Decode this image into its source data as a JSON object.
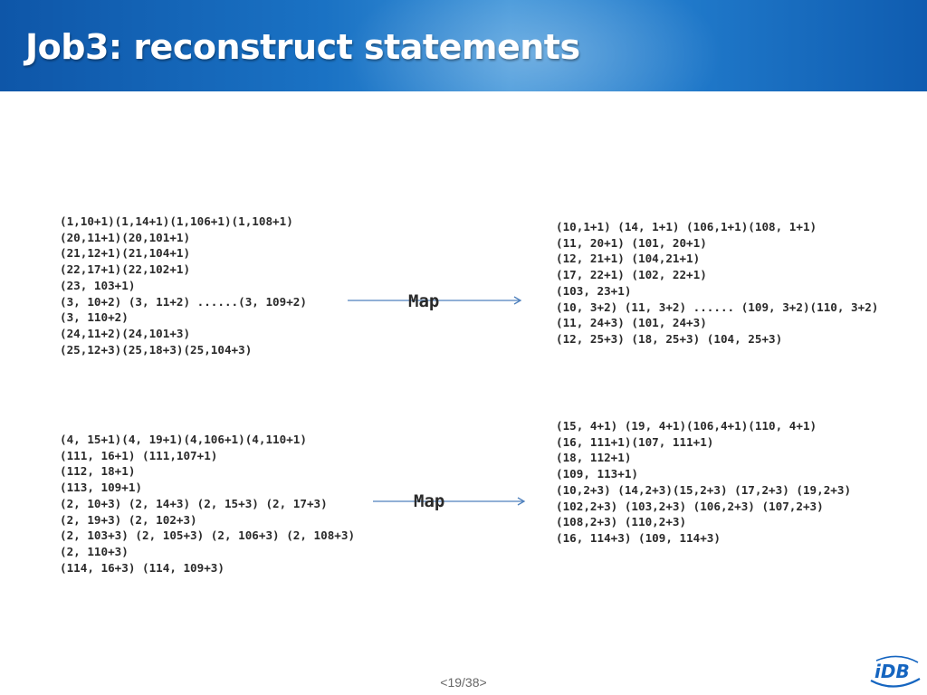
{
  "slide": {
    "title": "Job3: reconstruct statements",
    "page_number": "<19/38>"
  },
  "groups": [
    {
      "input_lines": [
        "(1,10+1)(1,14+1)(1,106+1)(1,108+1)",
        "(20,11+1)(20,101+1)",
        "(21,12+1)(21,104+1)",
        "(22,17+1)(22,102+1)",
        "(23, 103+1)",
        "(3, 10+2) (3, 11+2) ......(3, 109+2)",
        "(3, 110+2)",
        "(24,11+2)(24,101+3)",
        "(25,12+3)(25,18+3)(25,104+3)"
      ],
      "map_label": "Map",
      "output_lines": [
        "(10,1+1) (14, 1+1) (106,1+1)(108, 1+1)",
        "(11, 20+1) (101, 20+1)",
        "(12, 21+1) (104,21+1)",
        "(17, 22+1) (102, 22+1)",
        "(103, 23+1)",
        "(10, 3+2) (11, 3+2) ...... (109, 3+2)(110, 3+2)",
        "(11, 24+3) (101, 24+3)",
        "(12, 25+3) (18, 25+3) (104, 25+3)"
      ]
    },
    {
      "input_lines": [
        "(4, 15+1)(4, 19+1)(4,106+1)(4,110+1)",
        "(111, 16+1) (111,107+1)",
        "(112, 18+1)",
        "(113, 109+1)",
        "(2, 10+3) (2, 14+3) (2, 15+3) (2, 17+3)",
        "(2, 19+3) (2, 102+3)",
        "(2, 103+3) (2, 105+3) (2, 106+3) (2, 108+3)",
        "(2, 110+3)",
        "(114, 16+3) (114, 109+3)"
      ],
      "map_label": "Map",
      "output_lines": [
        "(15, 4+1) (19, 4+1)(106,4+1)(110, 4+1)",
        "(16, 111+1)(107, 111+1)",
        "(18, 112+1)",
        "(109, 113+1)",
        "(10,2+3) (14,2+3)(15,2+3) (17,2+3) (19,2+3)",
        "(102,2+3) (103,2+3) (106,2+3) (107,2+3)",
        "(108,2+3) (110,2+3)",
        "(16, 114+3) (109, 114+3)"
      ]
    }
  ],
  "logo": {
    "text": "iDB",
    "color": "#1565c0"
  },
  "colors": {
    "header_blue": "#1a6fc2",
    "arrow_blue": "#4f81bd"
  }
}
